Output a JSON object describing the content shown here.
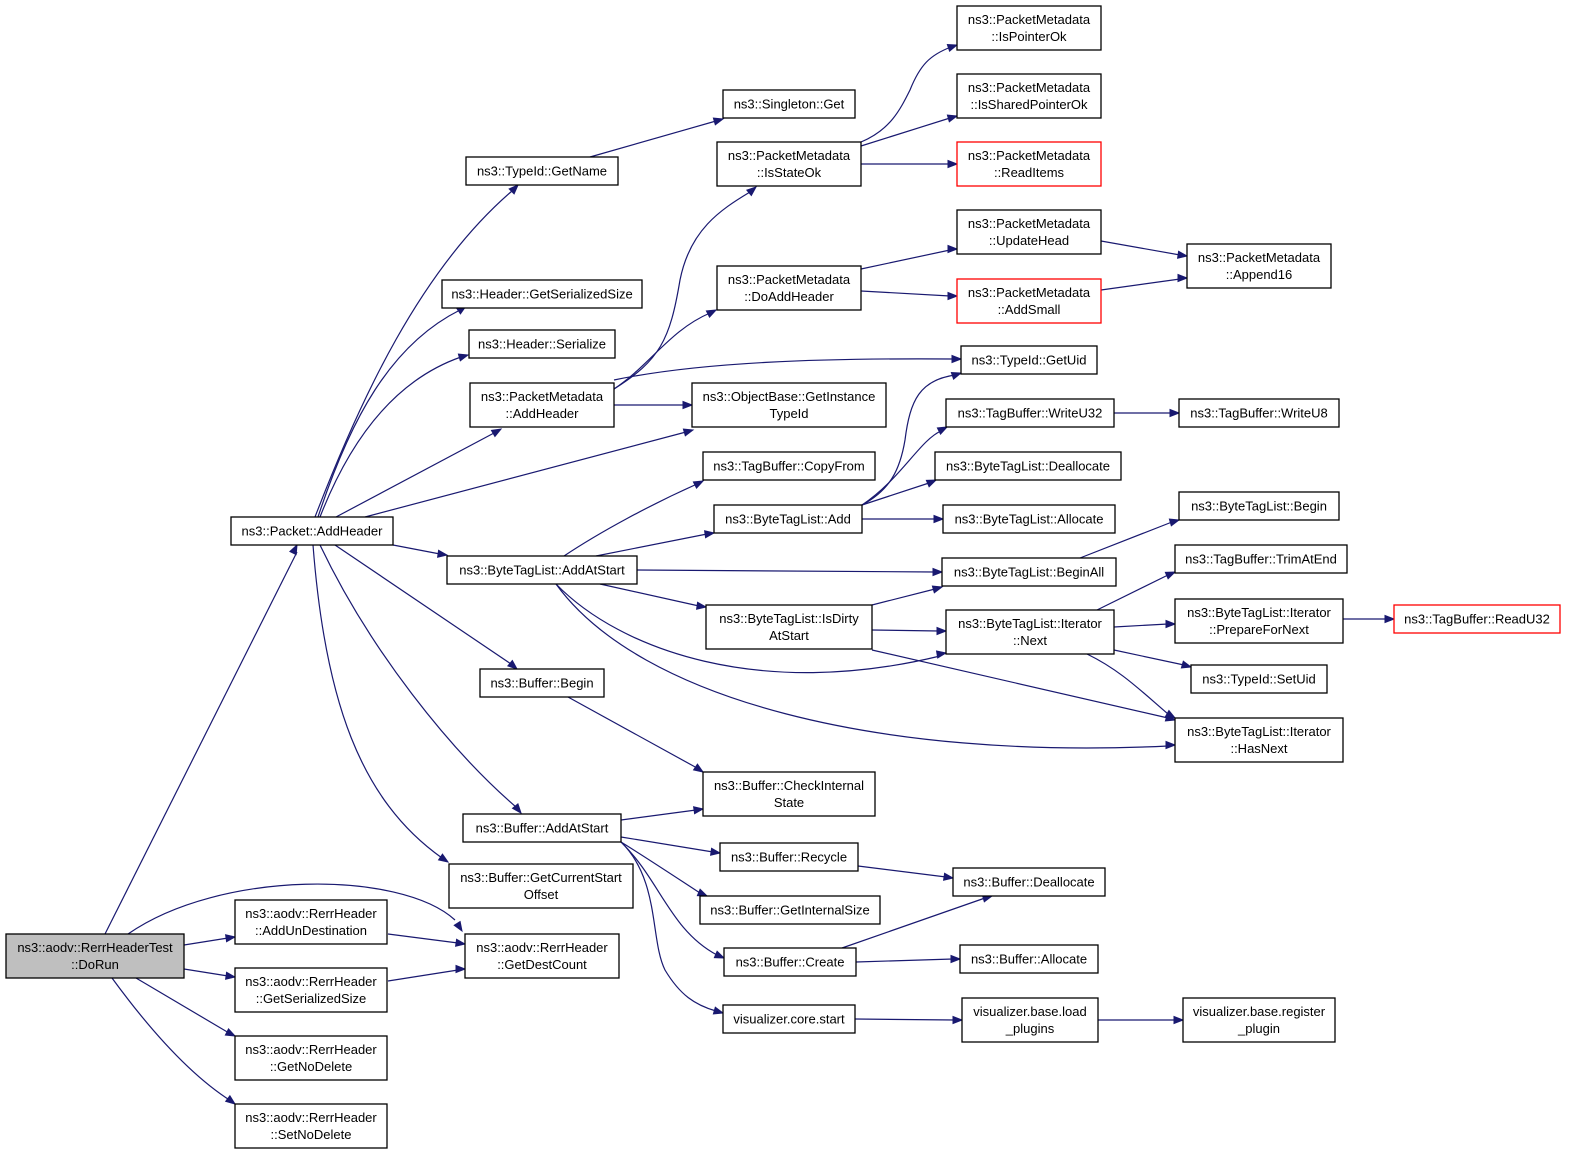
{
  "diagram": {
    "edge_color": "#191970",
    "highlight_color": "#ff0000",
    "root_fill": "#bfbfbf",
    "nodes": [
      {
        "id": "n_dorun",
        "lines": [
          "ns3::aodv::RerrHeaderTest",
          "::DoRun"
        ],
        "root": true
      },
      {
        "id": "n_pkt_addheader",
        "lines": [
          "ns3::Packet::AddHeader"
        ]
      },
      {
        "id": "n_typeid_getname",
        "lines": [
          "ns3::TypeId::GetName"
        ]
      },
      {
        "id": "n_singleton_get",
        "lines": [
          "ns3::Singleton::Get"
        ]
      },
      {
        "id": "n_hdr_getsersize",
        "lines": [
          "ns3::Header::GetSerializedSize"
        ]
      },
      {
        "id": "n_hdr_serialize",
        "lines": [
          "ns3::Header::Serialize"
        ]
      },
      {
        "id": "n_pm_addheader",
        "lines": [
          "ns3::PacketMetadata",
          "::AddHeader"
        ]
      },
      {
        "id": "n_pm_isstateok",
        "lines": [
          "ns3::PacketMetadata",
          "::IsStateOk"
        ]
      },
      {
        "id": "n_pm_ispointerok",
        "lines": [
          "ns3::PacketMetadata",
          "::IsPointerOk"
        ]
      },
      {
        "id": "n_pm_issharedpointerok",
        "lines": [
          "ns3::PacketMetadata",
          "::IsSharedPointerOk"
        ]
      },
      {
        "id": "n_pm_readitems",
        "lines": [
          "ns3::PacketMetadata",
          "::ReadItems"
        ],
        "red": true
      },
      {
        "id": "n_pm_doaddheader",
        "lines": [
          "ns3::PacketMetadata",
          "::DoAddHeader"
        ]
      },
      {
        "id": "n_pm_updatehead",
        "lines": [
          "ns3::PacketMetadata",
          "::UpdateHead"
        ]
      },
      {
        "id": "n_pm_addsmall",
        "lines": [
          "ns3::PacketMetadata",
          "::AddSmall"
        ],
        "red": true
      },
      {
        "id": "n_pm_append16",
        "lines": [
          "ns3::PacketMetadata",
          "::Append16"
        ]
      },
      {
        "id": "n_typeid_getuid",
        "lines": [
          "ns3::TypeId::GetUid"
        ]
      },
      {
        "id": "n_objbase_getinst",
        "lines": [
          "ns3::ObjectBase::GetInstance",
          "TypeId"
        ]
      },
      {
        "id": "n_tb_writeu32",
        "lines": [
          "ns3::TagBuffer::WriteU32"
        ]
      },
      {
        "id": "n_tb_writeu8",
        "lines": [
          "ns3::TagBuffer::WriteU8"
        ]
      },
      {
        "id": "n_tb_copyfrom",
        "lines": [
          "ns3::TagBuffer::CopyFrom"
        ]
      },
      {
        "id": "n_btl_deallocate",
        "lines": [
          "ns3::ByteTagList::Deallocate"
        ]
      },
      {
        "id": "n_btl_add",
        "lines": [
          "ns3::ByteTagList::Add"
        ]
      },
      {
        "id": "n_btl_allocate",
        "lines": [
          "ns3::ByteTagList::Allocate"
        ]
      },
      {
        "id": "n_btl_begin",
        "lines": [
          "ns3::ByteTagList::Begin"
        ]
      },
      {
        "id": "n_btl_addatstart",
        "lines": [
          "ns3::ByteTagList::AddAtStart"
        ]
      },
      {
        "id": "n_btl_beginall",
        "lines": [
          "ns3::ByteTagList::BeginAll"
        ]
      },
      {
        "id": "n_tb_trimatend",
        "lines": [
          "ns3::TagBuffer::TrimAtEnd"
        ]
      },
      {
        "id": "n_btl_isdirty",
        "lines": [
          "ns3::ByteTagList::IsDirty",
          "AtStart"
        ]
      },
      {
        "id": "n_btl_it_next",
        "lines": [
          "ns3::ByteTagList::Iterator",
          "::Next"
        ]
      },
      {
        "id": "n_btl_it_prepare",
        "lines": [
          "ns3::ByteTagList::Iterator",
          "::PrepareForNext"
        ]
      },
      {
        "id": "n_tb_readu32",
        "lines": [
          "ns3::TagBuffer::ReadU32"
        ],
        "red": true
      },
      {
        "id": "n_typeid_setuid",
        "lines": [
          "ns3::TypeId::SetUid"
        ]
      },
      {
        "id": "n_buf_begin",
        "lines": [
          "ns3::Buffer::Begin"
        ]
      },
      {
        "id": "n_btl_it_hasnext",
        "lines": [
          "ns3::ByteTagList::Iterator",
          "::HasNext"
        ]
      },
      {
        "id": "n_buf_checkinternal",
        "lines": [
          "ns3::Buffer::CheckInternal",
          "State"
        ]
      },
      {
        "id": "n_buf_addatstart",
        "lines": [
          "ns3::Buffer::AddAtStart"
        ]
      },
      {
        "id": "n_buf_recycle",
        "lines": [
          "ns3::Buffer::Recycle"
        ]
      },
      {
        "id": "n_buf_deallocate",
        "lines": [
          "ns3::Buffer::Deallocate"
        ]
      },
      {
        "id": "n_buf_getcurstart",
        "lines": [
          "ns3::Buffer::GetCurrentStart",
          "Offset"
        ]
      },
      {
        "id": "n_buf_getinternalsize",
        "lines": [
          "ns3::Buffer::GetInternalSize"
        ]
      },
      {
        "id": "n_rh_addundest",
        "lines": [
          "ns3::aodv::RerrHeader",
          "::AddUnDestination"
        ]
      },
      {
        "id": "n_rh_getdestcount",
        "lines": [
          "ns3::aodv::RerrHeader",
          "::GetDestCount"
        ]
      },
      {
        "id": "n_buf_create",
        "lines": [
          "ns3::Buffer::Create"
        ]
      },
      {
        "id": "n_buf_allocate",
        "lines": [
          "ns3::Buffer::Allocate"
        ]
      },
      {
        "id": "n_rh_getsersize",
        "lines": [
          "ns3::aodv::RerrHeader",
          "::GetSerializedSize"
        ]
      },
      {
        "id": "n_vis_core_start",
        "lines": [
          "visualizer.core.start"
        ]
      },
      {
        "id": "n_vis_load",
        "lines": [
          "visualizer.base.load",
          "_plugins"
        ]
      },
      {
        "id": "n_vis_register",
        "lines": [
          "visualizer.base.register",
          "_plugin"
        ]
      },
      {
        "id": "n_rh_getnodelete",
        "lines": [
          "ns3::aodv::RerrHeader",
          "::GetNoDelete"
        ]
      },
      {
        "id": "n_rh_setnodelete",
        "lines": [
          "ns3::aodv::RerrHeader",
          "::SetNoDelete"
        ]
      }
    ]
  }
}
